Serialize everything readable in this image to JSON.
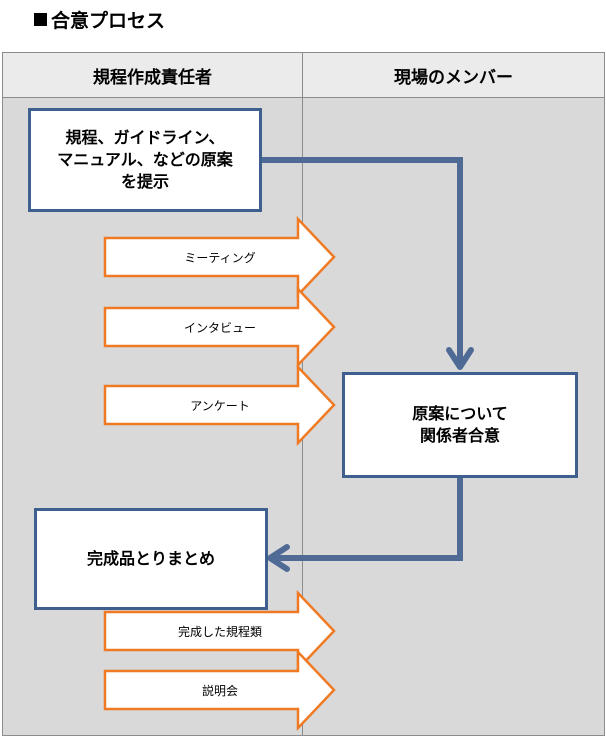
{
  "title": "合意プロセス",
  "lanes": [
    {
      "label": "規程作成責任者"
    },
    {
      "label": "現場のメンバー"
    }
  ],
  "boxes": {
    "proposal": "規程、ガイドライン、\nマニュアル、などの原案\nを提示",
    "agreement": "原案について\n関係者合意",
    "finalize": "完成品とりまとめ"
  },
  "arrows": [
    {
      "label": "ミーティング"
    },
    {
      "label": "インタビュー"
    },
    {
      "label": "アンケート"
    },
    {
      "label": "完成した規程類"
    },
    {
      "label": "説明会"
    }
  ],
  "colors": {
    "box_border": "#3f5f8f",
    "connector": "#4f6b95",
    "arrow_outline": "#f07a24"
  }
}
